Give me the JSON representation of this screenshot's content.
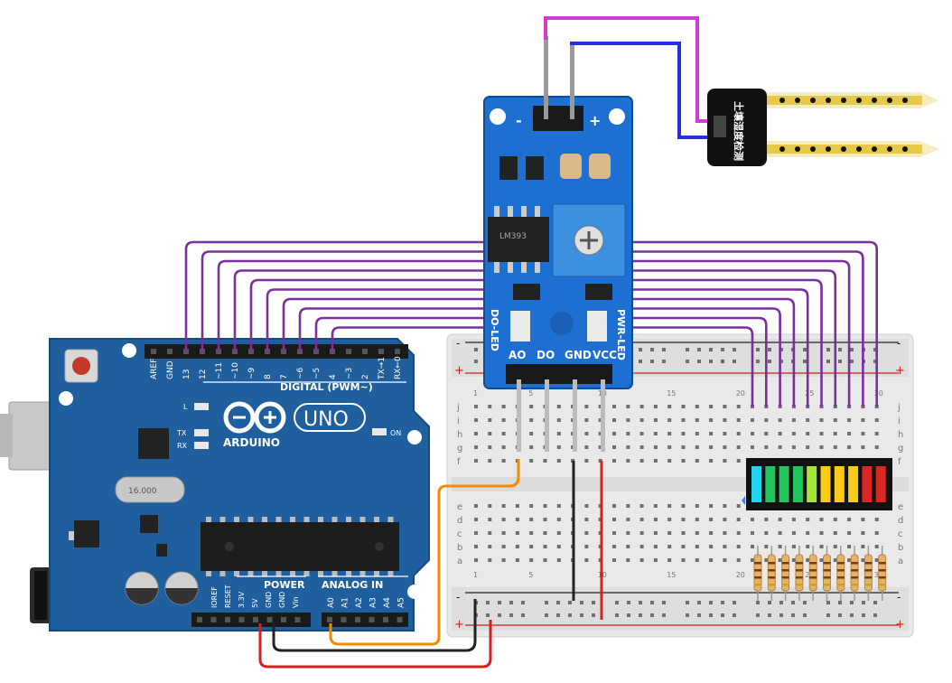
{
  "arduino": {
    "brand": "ARDUINO",
    "model": "UNO",
    "digital_label": "DIGITAL (PWM~)",
    "power_label": "POWER",
    "analog_label": "ANALOG IN",
    "led_l": "L",
    "led_tx": "TX",
    "led_rx": "RX",
    "led_on": "ON",
    "crystal": "16.000",
    "digital_pins": [
      "AREF",
      "GND",
      "13",
      "12",
      "~11",
      "~10",
      "~9",
      "8",
      "7",
      "~6",
      "~5",
      "4",
      "~3",
      "2",
      "TX→1",
      "RX←0"
    ],
    "power_pins": [
      "IOREF",
      "RESET",
      "3.3V",
      "5V",
      "GND",
      "GND",
      "Vin"
    ],
    "analog_pins": [
      "A0",
      "A1",
      "A2",
      "A3",
      "A4",
      "A5"
    ]
  },
  "module": {
    "pins_top": [
      "-",
      "+"
    ],
    "pins_bottom": [
      "AO",
      "DO",
      "GND",
      "VCC"
    ],
    "chip": "LM393",
    "led_do": "DO-LED",
    "led_pwr": "PWR-LED"
  },
  "probe": {
    "label": "土壤湿度检测"
  },
  "breadboard": {
    "rows_top": [
      "j",
      "i",
      "h",
      "g",
      "f"
    ],
    "rows_bottom": [
      "e",
      "d",
      "c",
      "b",
      "a"
    ],
    "col_numbers": [
      "1",
      "5",
      "10",
      "15",
      "20",
      "25",
      "30"
    ],
    "rail_plus": "+",
    "rail_minus": "-"
  },
  "bargraph": {
    "segment_colors": [
      "#22d3ee",
      "#22c55e",
      "#22c55e",
      "#22c55e",
      "#a3e635",
      "#facc15",
      "#facc15",
      "#facc15",
      "#dc2626",
      "#dc2626"
    ]
  },
  "colors": {
    "arduino_board": "#1f5f9e",
    "module_board": "#1d6fd1",
    "wire_signal": "#7b2f9e",
    "wire_analog": "#f08c00",
    "wire_ground": "#222222",
    "wire_power": "#d62020",
    "wire_probe_a": "#d63ad6",
    "wire_probe_b": "#2430e0",
    "probe_gold": "#e6c84a"
  }
}
